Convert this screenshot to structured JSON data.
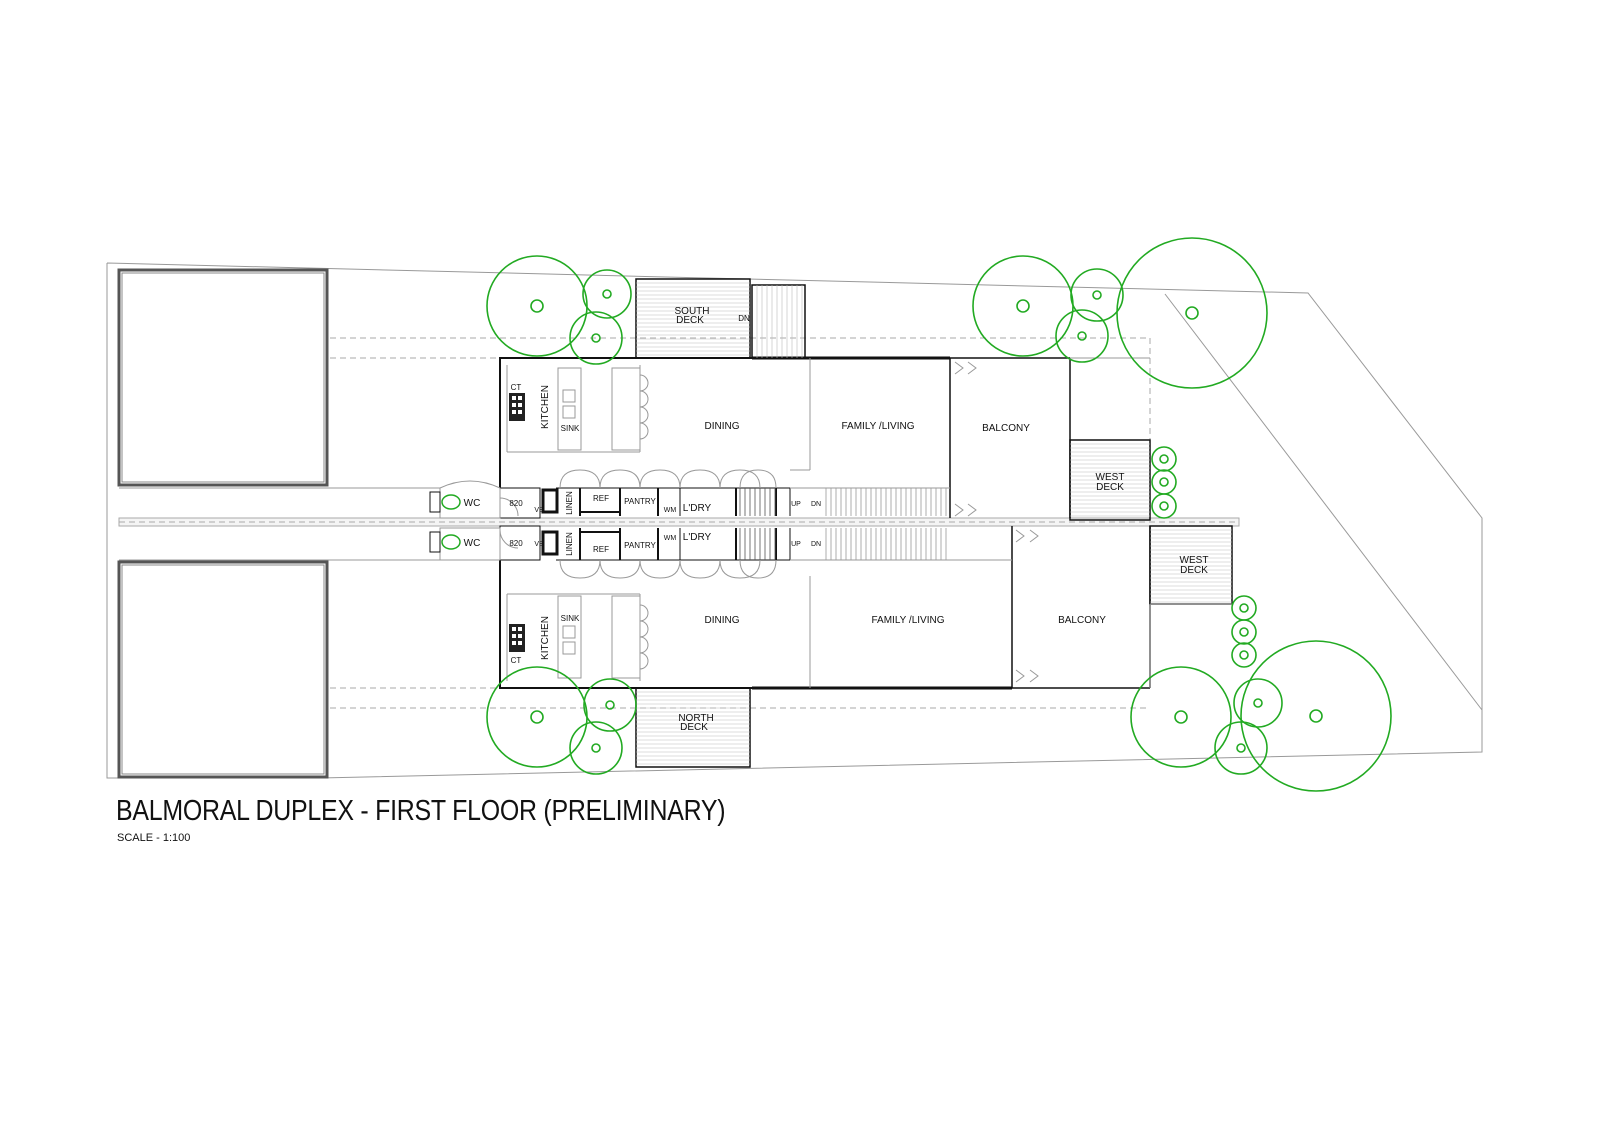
{
  "title": "BALMORAL DUPLEX  - FIRST FLOOR (PRELIMINARY)",
  "scale": "SCALE - 1:100",
  "colors": {
    "line": "#111111",
    "tree": "#22aa22",
    "thin": "#999999"
  },
  "labels": {
    "south_deck_1": "SOUTH",
    "south_deck_2": "DECK",
    "north_deck_1": "NORTH",
    "north_deck_2": "DECK",
    "dn": "DN",
    "ct": "CT",
    "kitchen": "KITCHEN",
    "sink": "SINK",
    "dining": "DINING",
    "family_living_upper": "FAMILY /LIVING",
    "family_living_lower": "FAMILY /LIVING",
    "balcony": "BALCONY",
    "west_deck_1": "WEST",
    "west_deck_2": "DECK",
    "wc": "WC",
    "door_820": "820",
    "vb": "VB",
    "linen": "LINEN",
    "ref": "REF",
    "pantry": "PANTRY",
    "wm": "WM",
    "ldry": "L'DRY",
    "up": "UP"
  }
}
